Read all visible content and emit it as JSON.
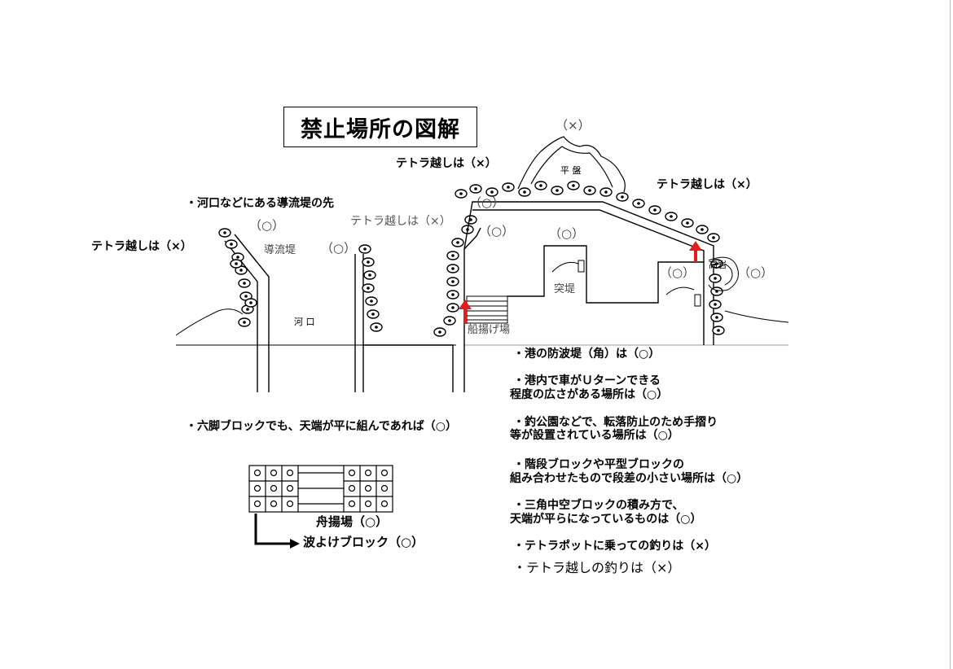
{
  "title": "禁止場所の図解",
  "labels": {
    "tetra_left": "テトラ越しは（×）",
    "tetra_mid": "テトラ越しは（×）",
    "tetra_top": "テトラ越しは（×）",
    "tetra_right": "テトラ越しは（×）",
    "kakou_note": "・河口などにある導流堤の先",
    "maru_1": "（○）",
    "maru_2": "（○）",
    "maru_3": "（○）",
    "maru_4": "（○）",
    "maru_5": "（○）",
    "maru_6": "（○）",
    "maru_7": "（○）",
    "batsu_top": "（×）",
    "douryutei": "導流堤",
    "kakou": "河  口",
    "funaage": "船揚げ場",
    "tottei": "突堤",
    "heiban": "平  盤",
    "takaishi": "高岩"
  },
  "notes": [
    "・港の防波堤（角）は（○）",
    "・港内で車がＵターンできる",
    "程度の広さがある場所は（○）",
    "・釣公園などで、転落防止のため手摺り",
    "等が設置されている場所は（○）",
    "・階段ブロックや平型ブロックの",
    "組み合わせたもので段差の小さい場所は（○）",
    "・三角中空ブロックの積み方で、",
    "天端が平らになっているものは（○）",
    "・テトラポットに乗っての釣りは（×）",
    "・テトラ越しの釣りは（×）"
  ],
  "rokkyaku_note": "・六脚ブロックでも、天端が平に組んであれば（○）",
  "legend": {
    "funaageba": "舟揚場（○）",
    "namiyoke": "波よけブロック（○）"
  },
  "colors": {
    "arrow_red": "#e02020",
    "line": "#000000"
  }
}
